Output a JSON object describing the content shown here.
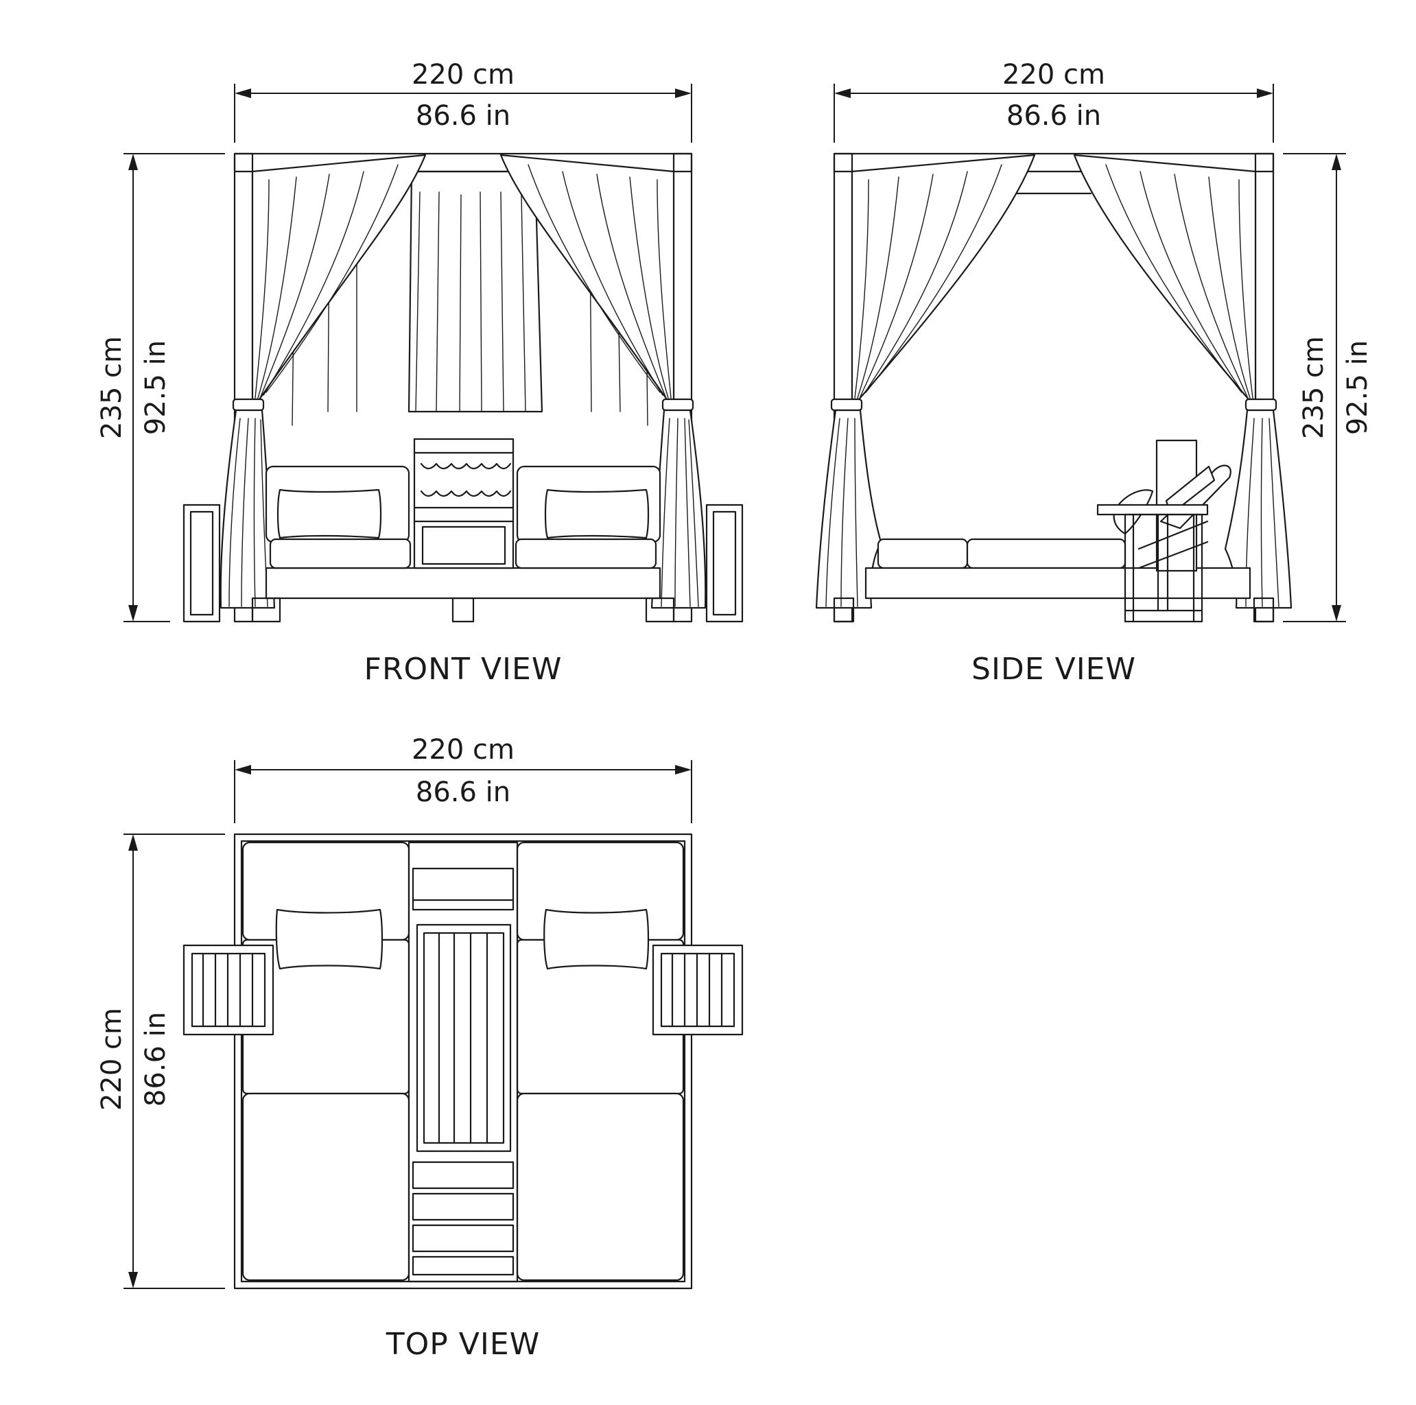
{
  "front_view": {
    "label": "FRONT VIEW",
    "width_cm": "220 cm",
    "width_in": "86.6 in",
    "height_cm": "235 cm",
    "height_in": "92.5 in"
  },
  "side_view": {
    "label": "SIDE VIEW",
    "width_cm": "220 cm",
    "width_in": "86.6 in",
    "height_cm": "235 cm",
    "height_in": "92.5 in"
  },
  "top_view": {
    "label": "TOP VIEW",
    "width_cm": "220 cm",
    "width_in": "86.6 in",
    "depth_cm": "220 cm",
    "depth_in": "86.6 in"
  },
  "colors": {
    "line": "#1a1a1a",
    "background": "#ffffff"
  }
}
